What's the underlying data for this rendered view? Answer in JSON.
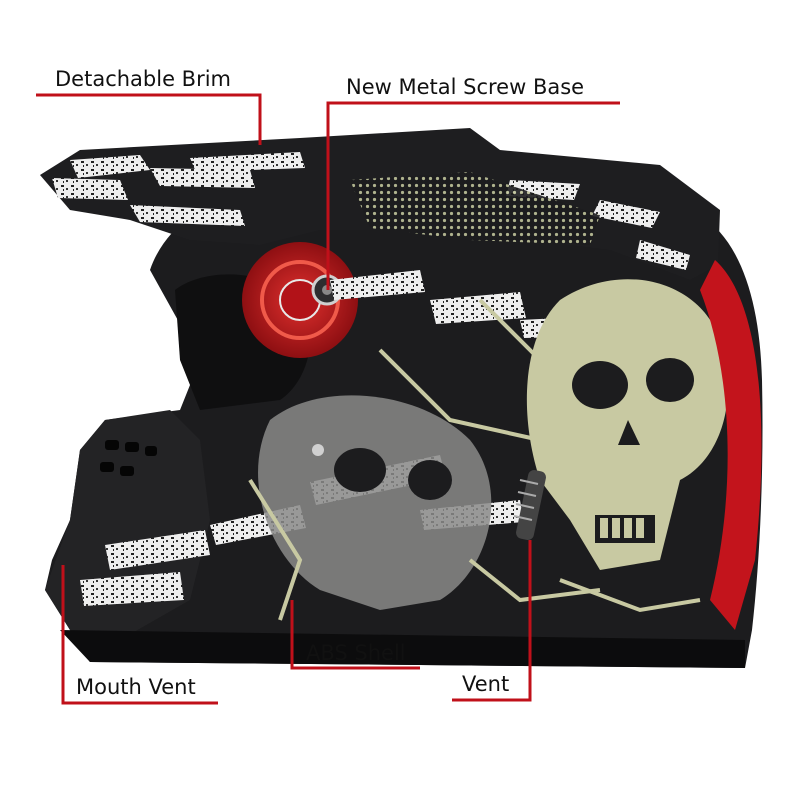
{
  "callouts": {
    "detachable_brim": "Detachable Brim",
    "metal_screw_base": "New Metal Screw Base",
    "abs_shell": "ABS Shell",
    "mouth_vent": "Mouth Vent",
    "vent": "Vent"
  },
  "colors": {
    "callout_line": "#c0101a",
    "helmet_base": "#1c1c1e",
    "skull_pale": "#c8c9a2",
    "accent_red": "#c3141c",
    "stripe_white": "#e9e9e9"
  }
}
